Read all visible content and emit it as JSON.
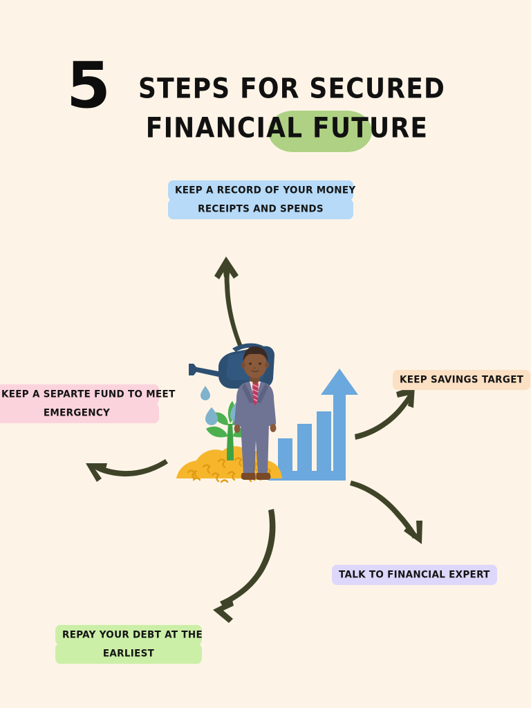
{
  "background_color": "#fdf4e7",
  "header": {
    "number": "5",
    "title_line_1": "STEPS FOR SECURED",
    "title_line_2": "FINANCIAL FUTURE",
    "highlight_color": "#aed184",
    "highlight_word": "FUTURE",
    "title_color": "#111111"
  },
  "steps": [
    {
      "id": "record",
      "line_1": "KEEP A RECORD OF YOUR MONEY",
      "line_2": "RECEIPTS AND SPENDS",
      "highlight_color": "#b6daf7",
      "position": "top"
    },
    {
      "id": "savings",
      "line_1": "KEEP SAVINGS TARGET",
      "line_2": "",
      "highlight_color": "#fbe0c4",
      "position": "right"
    },
    {
      "id": "expert",
      "line_1": "TALK TO FINANCIAL EXPERT",
      "line_2": "",
      "highlight_color": "#ddd7fb",
      "position": "bottom-right"
    },
    {
      "id": "debt",
      "line_1": "REPAY YOUR DEBT AT THE",
      "line_2": "EARLIEST",
      "highlight_color": "#ccefa8",
      "position": "bottom-left"
    },
    {
      "id": "emergency",
      "line_1": "KEEP A SEPARTE FUND TO MEET",
      "line_2": "EMERGENCY",
      "highlight_color": "#fbd3dd",
      "position": "left"
    }
  ],
  "arrows": {
    "color": "#3f4429",
    "count": 5,
    "names": [
      "arrow-to-record",
      "arrow-to-savings",
      "arrow-to-expert",
      "arrow-to-debt",
      "arrow-to-emergency"
    ]
  },
  "illustration": {
    "name": "financial-growth-illustration",
    "elements": [
      "watering-can",
      "water-droplets",
      "money-plant",
      "coin-pile",
      "businessman",
      "bar-chart",
      "growth-arrow"
    ],
    "colors": {
      "watering_can": "#2d4f72",
      "water_drop": "#7fb3cc",
      "plant_leaf": "#4cb050",
      "plant_stem": "#3da345",
      "coins": "#f6b62c",
      "coin_detail": "#e09b14",
      "suit": "#6f7494",
      "skin": "#8a5a3b",
      "tie": "#c23a5e",
      "chart_bar": "#6ba8dd",
      "chart_arrow": "#6ba8dd",
      "shoes": "#7a4a28"
    }
  }
}
